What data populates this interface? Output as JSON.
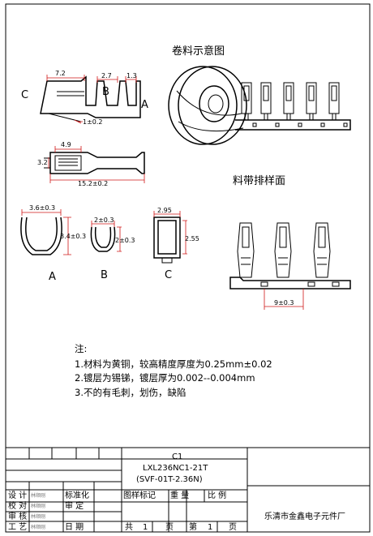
{
  "titles": {
    "reel": "卷料示意图",
    "strip": "料带排样面"
  },
  "section_labels": {
    "c": "C",
    "a": "A",
    "b": "B"
  },
  "dims": {
    "side_72": "7.2",
    "side_27": "2.7",
    "side_13": "1.3",
    "side_1": "1±0.2",
    "top_49": "4.9",
    "top_32": "3.2",
    "top_152": "15.2±0.2",
    "a_w": "3.6±0.3",
    "a_h": "3.4±0.3",
    "b_w": "2±0.3",
    "b_h": "2±0.3",
    "c_w": "2.95",
    "c_h": "2.55",
    "pitch": "9±0.3"
  },
  "notes": {
    "label": "注:",
    "n1": "1.材料为黄铜，较高精度厚度为0.25mm±0.02",
    "n2": "2.镀层为锡锑，镀层厚为0.002--0.004mm",
    "n3": "3.不的有毛刺，划伤，缺陷"
  },
  "title_block": {
    "c1": "C1",
    "part_no": "LXL236NC1-21T",
    "part_alt": "(SVF-01T-2.36N)",
    "design": "设 计",
    "check": "校 对",
    "review": "审 核",
    "process": "工 艺",
    "standard": "标准化",
    "approve": "审 定",
    "date": "日 期",
    "mark": "图样标记",
    "weight": "重 量",
    "scale": "比 例",
    "total": "共",
    "total_num": "1",
    "page": "页",
    "sheet": "第",
    "sheet_num": "1",
    "sheet_page": "页",
    "company": "乐清市金鑫电子元件厂",
    "sig1": "林顺刚",
    "sig2": "林顺刚",
    "sig3": "林顺刚",
    "sig4": "林顺刚"
  }
}
